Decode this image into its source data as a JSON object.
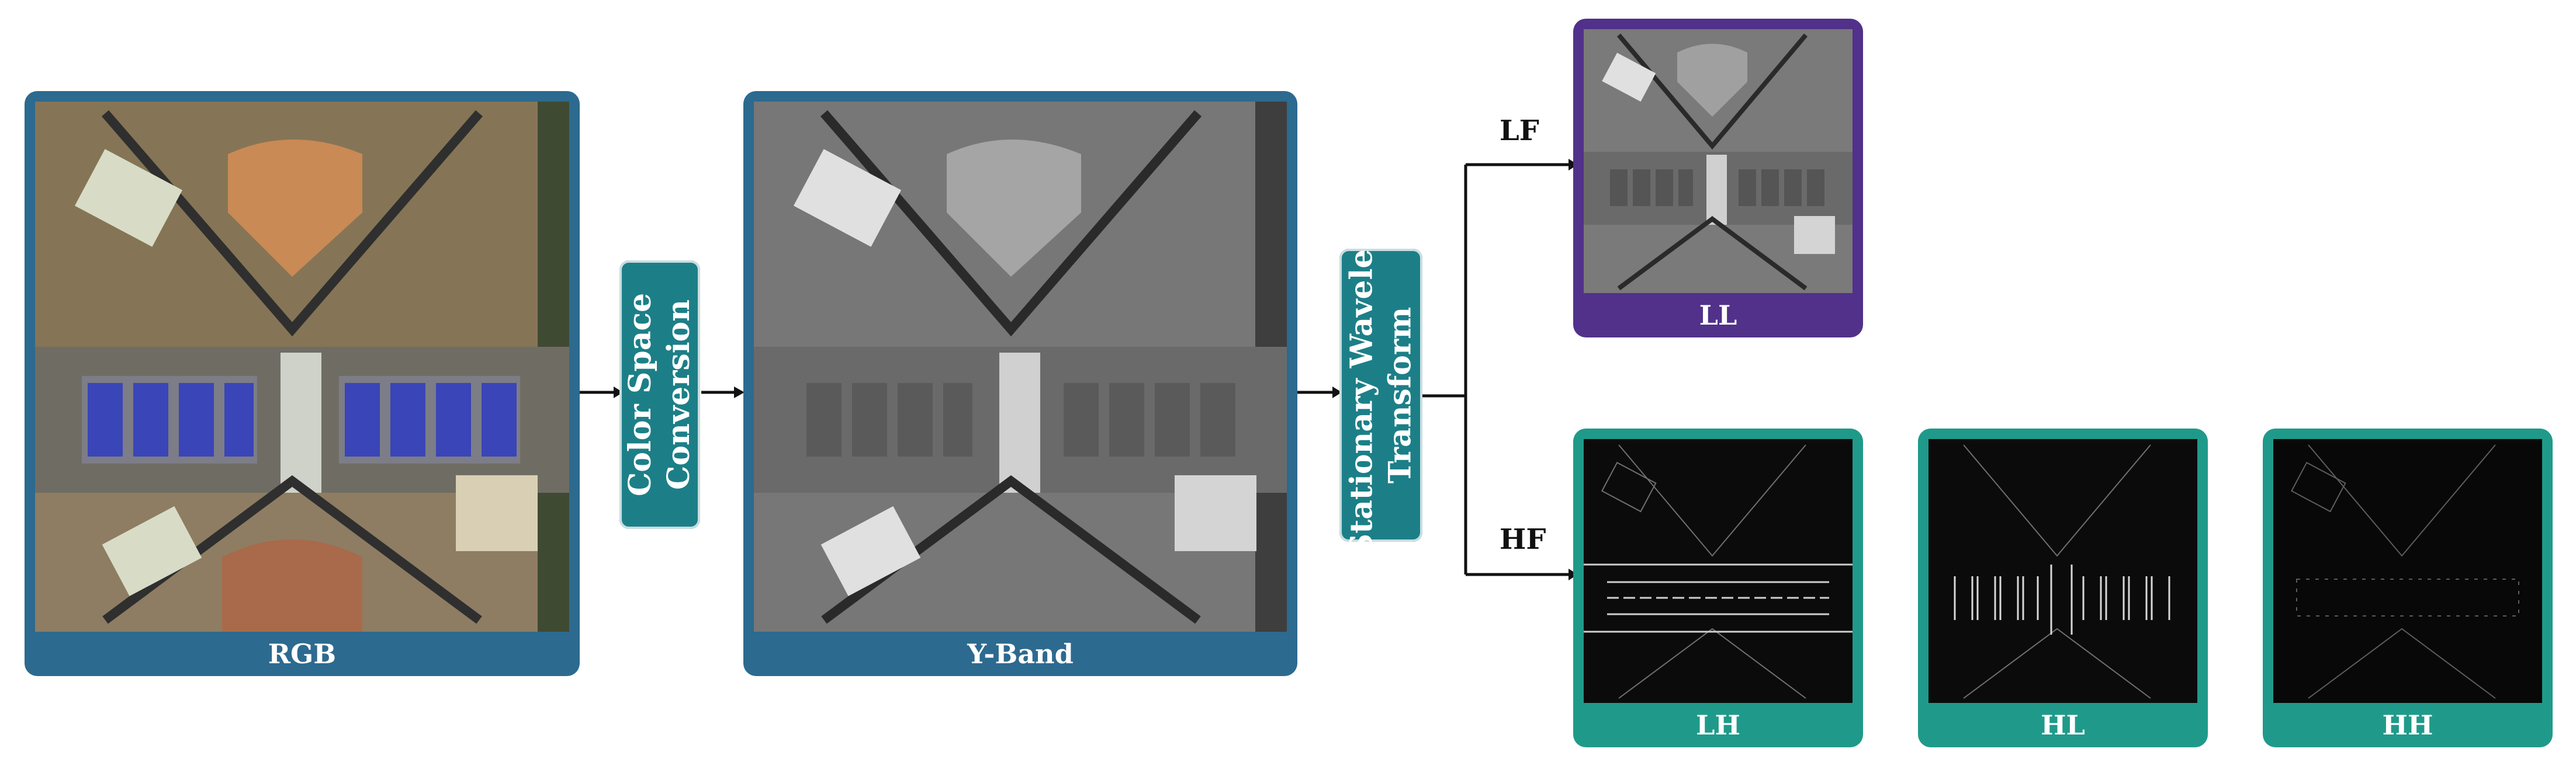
{
  "panels": {
    "rgb_caption": "RGB",
    "yband_caption": "Y-Band",
    "ll_caption": "LL",
    "lh_caption": "LH",
    "hl_caption": "HL",
    "hh_caption": "HH"
  },
  "process": {
    "csc_line1": "Color Space",
    "csc_line2": "Conversion",
    "swt_line1": "Stationary Wavelet",
    "swt_line2": "Transform"
  },
  "branches": {
    "lf_label": "LF",
    "hf_label": "HF"
  },
  "colors": {
    "blue_frame": "#2d6a8f",
    "purple_frame": "#51318a",
    "teal_frame": "#1f9a8a",
    "process_box": "#1c7f87",
    "court_blue": "#3a45b8"
  }
}
